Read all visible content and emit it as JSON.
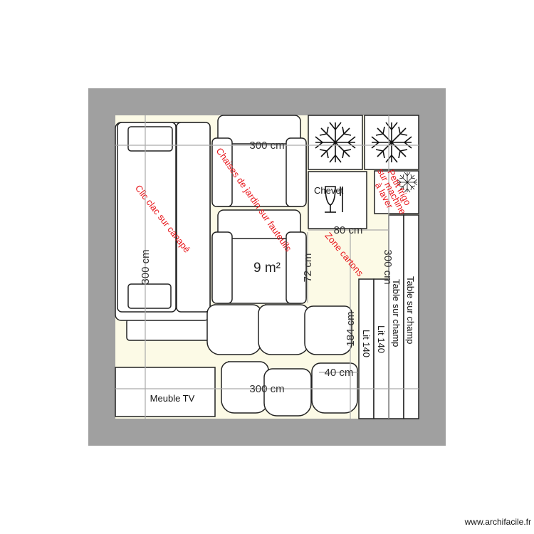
{
  "plan": {
    "area": "9 m²",
    "dimensions": {
      "top": "300 cm",
      "left": "300 cm",
      "bottom": "300 cm",
      "right": "300 cm",
      "chevet_width": "80 cm",
      "armchair_depth": "72 cm",
      "bed_length": "184 cm",
      "chair_width": "40 cm"
    },
    "labels": {
      "sofa": "Clic clac sur canapé",
      "chairs": "Chaises de jardin sur fauteuils",
      "boxes": "Zone cartons",
      "fridge": "Petit frigo sur machine à laver",
      "fridge_lines": [
        "Petit frigo",
        "sur machine",
        "à laver"
      ],
      "chevet": "Chevet",
      "tv": "Meuble TV",
      "table1": "Table sur champ",
      "table2": "Table sur champ",
      "bed1": "Lit 140",
      "bed2": "Lit 140"
    },
    "colors": {
      "wall": "#a0a0a0",
      "floor": "#fcfae6",
      "label": "#e8161b"
    }
  },
  "credit": "www.archifacile.fr"
}
